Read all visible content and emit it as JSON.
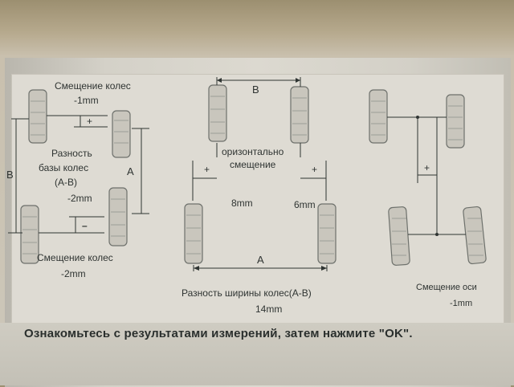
{
  "left_panel": {
    "wheel_offset_top_label": "Смещение колес",
    "wheel_offset_top_value": "-1mm",
    "plus_sign": "+",
    "wheelbase_diff_label_1": "Разность",
    "wheelbase_diff_label_2": "базы колес",
    "wheelbase_diff_label_3": "(A-B)",
    "wheelbase_diff_value": "-2mm",
    "minus_sign": "–",
    "dim_a": "A",
    "dim_b": "B",
    "wheel_offset_bottom_label": "Смещение колес",
    "wheel_offset_bottom_value": "-2mm"
  },
  "middle_panel": {
    "dim_b": "B",
    "horizontal_offset_label_1": "оризонтально",
    "horizontal_offset_label_2": "смещение",
    "plus_left": "+",
    "plus_right": "+",
    "left_value": "8mm",
    "right_value": "6mm",
    "dim_a": "A",
    "track_width_diff_label": "Разность ширины колес(A-B)",
    "track_width_diff_value": "14mm"
  },
  "right_panel": {
    "plus_sign": "+",
    "axle_offset_label": "Смещение оси",
    "axle_offset_value": "-1mm"
  },
  "footer": {
    "instruction": "Ознакомьтесь с результатами измерений, затем нажмите \"OK\"."
  }
}
